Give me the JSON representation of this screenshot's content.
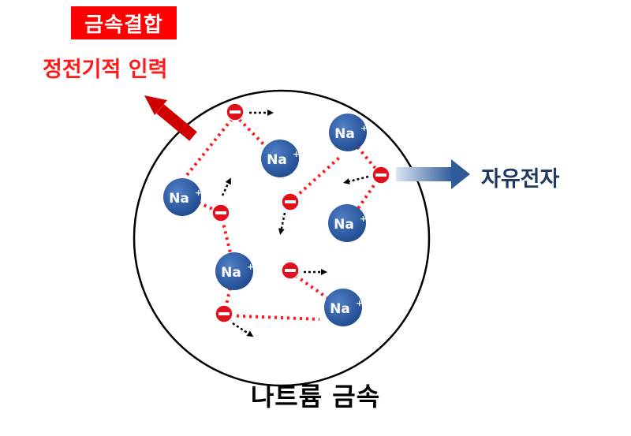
{
  "title": "금속결합",
  "subtitle": "정전기적 인력",
  "free_electron_label": "자유전자",
  "bottom_label": "나트륨 금속",
  "ion": {
    "symbol": "Na",
    "charge": "+"
  },
  "colors": {
    "title_bg": "#ff0000",
    "ion_fill": "#2e5ea8",
    "electron_fill": "#e0101c",
    "bond_line": "#ff1a1a",
    "free_label": "#1f3864",
    "arrow_gradient_start": "#dbe6f4",
    "arrow_gradient_end": "#2f5b99"
  }
}
